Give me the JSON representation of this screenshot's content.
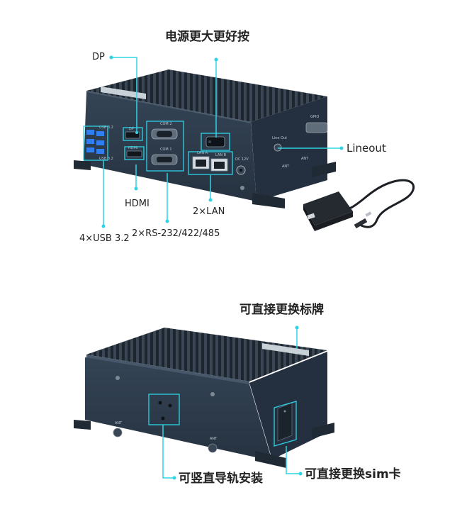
{
  "top_product": {
    "labels": {
      "power_button": "电源更大更好按",
      "dp": "DP",
      "hdmi": "HDMI",
      "usb": "4×USB 3.2",
      "rs232": "2×RS-232/422/485",
      "lan": "2×LAN",
      "lineout": "Lineout"
    },
    "port_labels": {
      "com2": "COM 2",
      "com1": "COM 1",
      "lan_a": "LAN A",
      "lan_b": "LAN B",
      "dc": "DC 12V",
      "usb_a": "USB 3.2",
      "usb_b": "USB 3.2",
      "hdmi_port": "HDMI",
      "dp_port": "DP",
      "line_out_port": "Line Out",
      "gpio": "GPIO",
      "ant_1": "ANT",
      "ant_2": "ANT"
    }
  },
  "bottom_product": {
    "labels": {
      "nameplate": "可直接更换标牌",
      "rail_mount": "可竖直导轨安装",
      "sim_card": "可直接更换sim卡"
    },
    "port_labels": {
      "ant_left": "ANT",
      "ant_right": "ANT"
    }
  },
  "colors": {
    "accent": "#2ed3e6",
    "chassis": "#2d3a4a",
    "chassis_dark": "#1e2833",
    "fins": "#222b36",
    "text": "#222222"
  }
}
